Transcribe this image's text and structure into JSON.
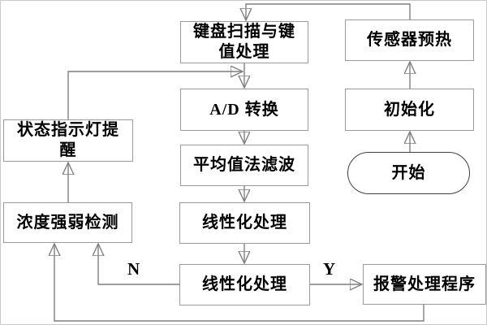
{
  "diagram": {
    "type": "flowchart",
    "title": "",
    "nodes": {
      "keyboard_scan": {
        "label": "键盘扫描与键\n值处理",
        "shape": "rect"
      },
      "sensor_preheat": {
        "label": "传感器预热",
        "shape": "rect"
      },
      "ad_conversion": {
        "label": "A/D 转换",
        "shape": "rect"
      },
      "initialization": {
        "label": "初始化",
        "shape": "rect"
      },
      "average_filter": {
        "label": "平均值法滤波",
        "shape": "rect"
      },
      "start": {
        "label": "开始",
        "shape": "stadium"
      },
      "status_light": {
        "label": "状态指示灯提\n醒",
        "shape": "rect"
      },
      "concentration_detect": {
        "label": "浓度强弱检测",
        "shape": "rect"
      },
      "linearization_1": {
        "label": "线性化处理",
        "shape": "rect"
      },
      "linearization_2": {
        "label": "线性化处理",
        "shape": "rect"
      },
      "alarm_handler": {
        "label": "报警处理程序",
        "shape": "rect"
      }
    },
    "edge_labels": {
      "no": "N",
      "yes": "Y"
    },
    "edges": [
      {
        "from": "start",
        "to": "initialization",
        "label": ""
      },
      {
        "from": "initialization",
        "to": "sensor_preheat",
        "label": ""
      },
      {
        "from": "sensor_preheat",
        "to": "keyboard_scan",
        "label": ""
      },
      {
        "from": "keyboard_scan",
        "to": "ad_conversion",
        "label": ""
      },
      {
        "from": "status_light",
        "to": "ad_conversion",
        "label": ""
      },
      {
        "from": "ad_conversion",
        "to": "average_filter",
        "label": ""
      },
      {
        "from": "average_filter",
        "to": "linearization_1",
        "label": ""
      },
      {
        "from": "linearization_1",
        "to": "linearization_2",
        "label": ""
      },
      {
        "from": "linearization_2",
        "to": "alarm_handler",
        "label": "Y"
      },
      {
        "from": "linearization_2",
        "to": "concentration_detect",
        "label": "N"
      },
      {
        "from": "alarm_handler",
        "to": "concentration_detect",
        "label": ""
      },
      {
        "from": "concentration_detect",
        "to": "status_light",
        "label": ""
      }
    ],
    "colors": {
      "background": "#ffffff",
      "box_border": "#9a9a9a",
      "stadium_border": "#3f3f3f",
      "line": "#7f7f7f",
      "arrowhead": "#000000",
      "text": "#000000"
    }
  }
}
